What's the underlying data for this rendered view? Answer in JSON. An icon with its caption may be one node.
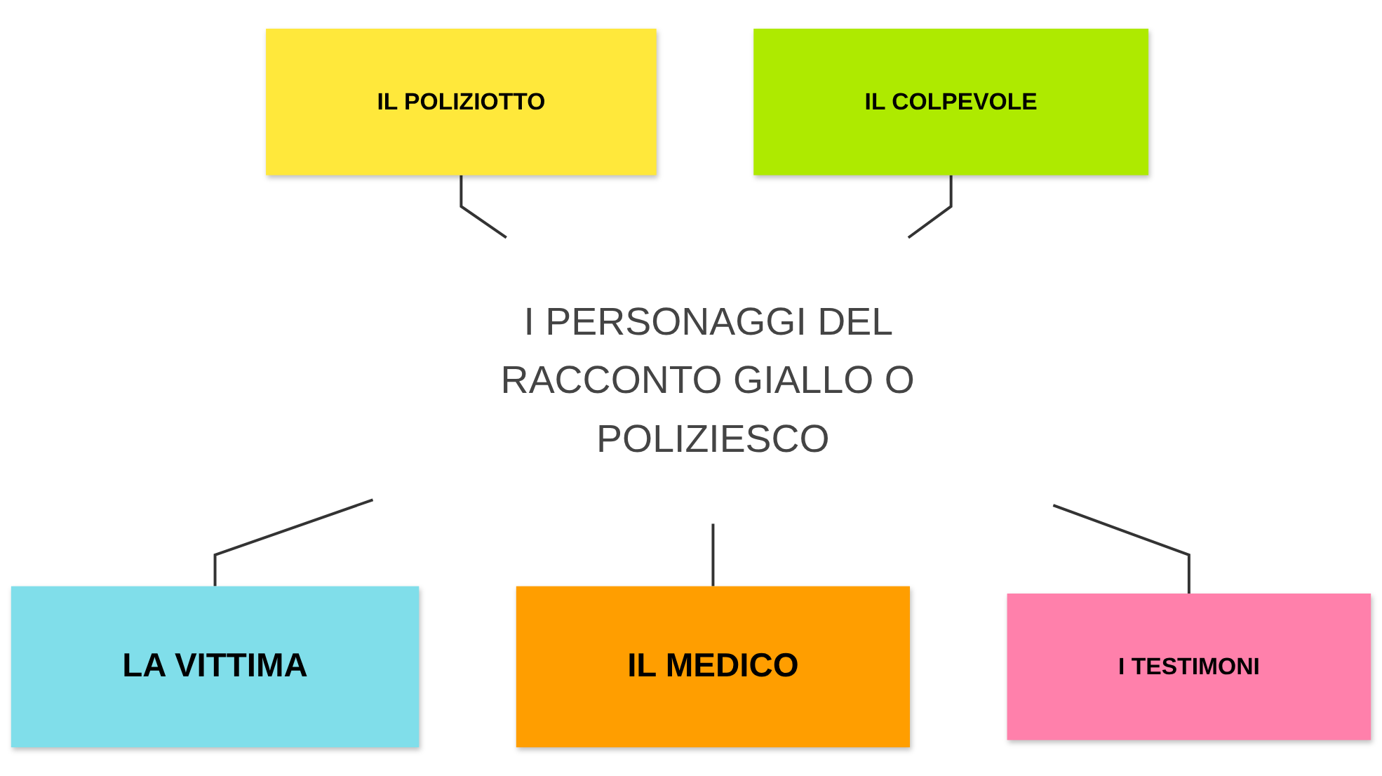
{
  "diagram": {
    "nodes": [
      {
        "text": [
          "IL POLIZIOTTO"
        ]
      },
      {
        "text": [
          "IL COLPEVOLE"
        ]
      },
      {
        "text": [
          "I PERSONAGGI DEL RACCONTO GIALLO O POLIZIESCO"
        ]
      },
      {
        "text": [
          "LA VITTIMA"
        ]
      },
      {
        "text": [
          "IL MEDICO"
        ]
      },
      {
        "text": [
          "I TESTIMONI"
        ]
      }
    ],
    "edges": [
      {
        "from": 0,
        "to": 2,
        "arrow": "none"
      },
      {
        "from": 1,
        "to": 2,
        "arrow": "none"
      },
      {
        "from": 2,
        "to": 3,
        "arrow": "none"
      },
      {
        "from": 2,
        "to": 4,
        "arrow": "none"
      },
      {
        "from": 2,
        "to": 5,
        "arrow": "none"
      }
    ]
  }
}
